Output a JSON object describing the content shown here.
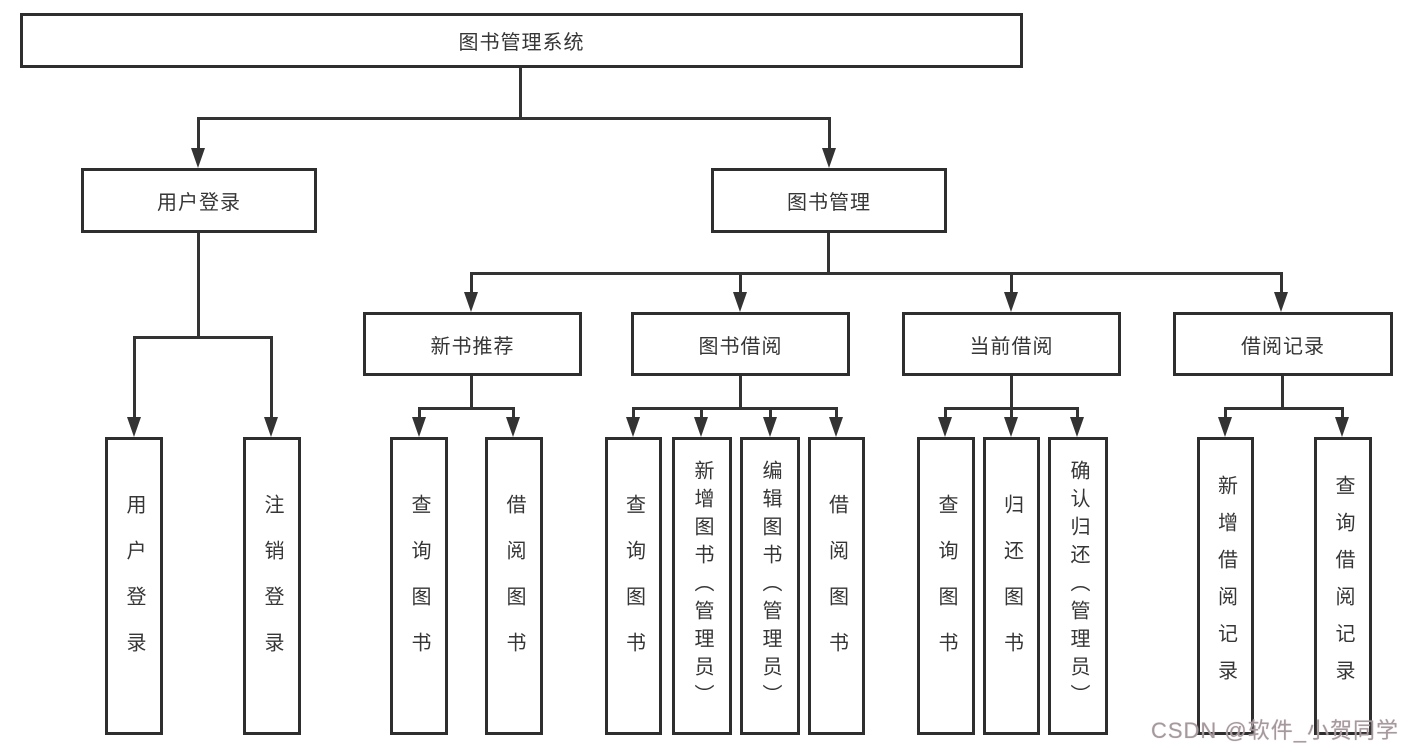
{
  "diagram_title": "图书管理系统",
  "nodes": {
    "root": "图书管理系统",
    "user_login": "用户登录",
    "book_mgmt": "图书管理",
    "new_recommend": "新书推荐",
    "book_borrow": "图书借阅",
    "current_borrow": "当前借阅",
    "borrow_record": "借阅记录",
    "leaf_user_login": "用户登录",
    "leaf_logout": "注销登录",
    "leaf_nr_query": "查询图书",
    "leaf_nr_borrow": "借阅图书",
    "leaf_bb_query": "查询图书",
    "leaf_bb_add": "新增图书（管理员）",
    "leaf_bb_edit": "编辑图书（管理员）",
    "leaf_bb_borrow": "借阅图书",
    "leaf_cb_query": "查询图书",
    "leaf_cb_return": "归还图书",
    "leaf_cb_confirm": "确认归还（管理员）",
    "leaf_br_add": "新增借阅记录",
    "leaf_br_query": "查询借阅记录"
  },
  "hierarchy": {
    "图书管理系统": {
      "用户登录": [
        "用户登录",
        "注销登录"
      ],
      "图书管理": {
        "新书推荐": [
          "查询图书",
          "借阅图书"
        ],
        "图书借阅": [
          "查询图书",
          "新增图书（管理员）",
          "编辑图书（管理员）",
          "借阅图书"
        ],
        "当前借阅": [
          "查询图书",
          "归还图书",
          "确认归还（管理员）"
        ],
        "借阅记录": [
          "新增借阅记录",
          "查询借阅记录"
        ]
      }
    }
  },
  "watermark": {
    "text": "CSDN @软件_小贺同学",
    "color": "#a39a9d"
  },
  "colors": {
    "background": "#ffffff",
    "box_border": "#2e2e2e",
    "line": "#333333",
    "text": "#363636"
  }
}
